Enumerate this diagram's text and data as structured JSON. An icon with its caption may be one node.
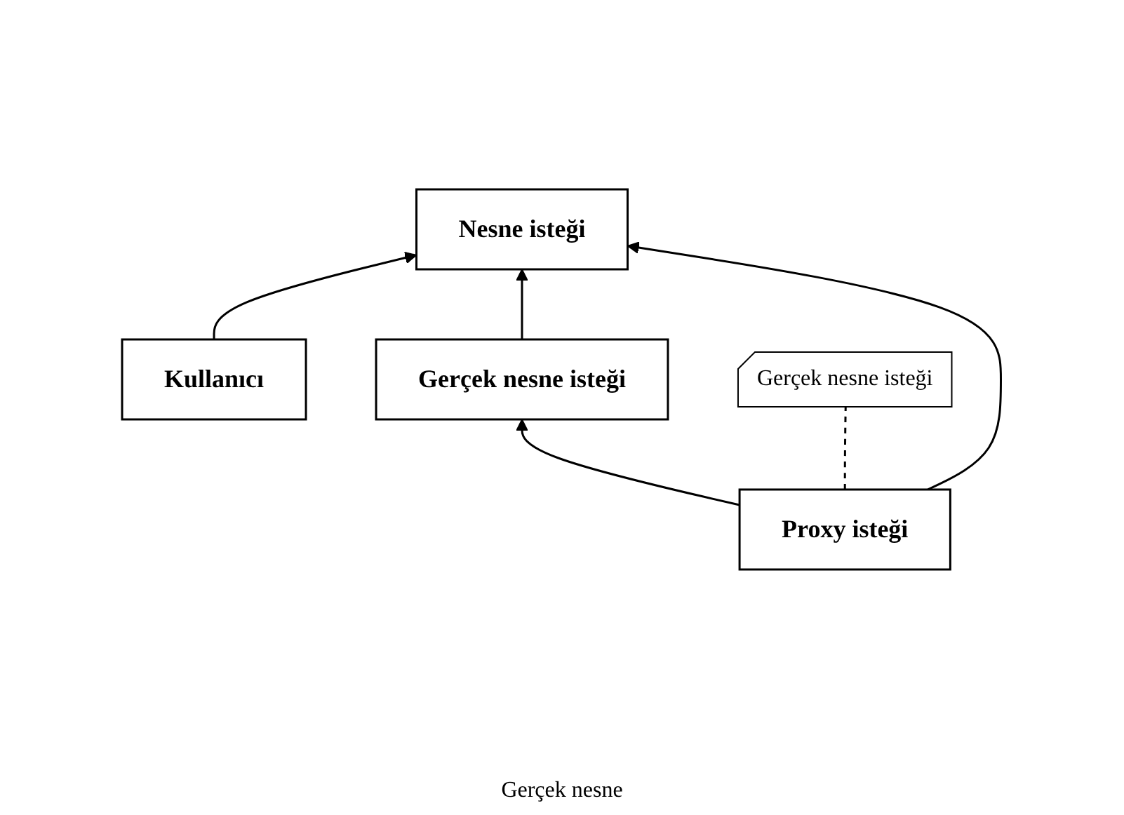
{
  "diagram": {
    "nodes": [
      {
        "text": [
          "Kullanıcı"
        ]
      },
      {
        "text": [
          "Nesne isteği"
        ]
      },
      {
        "text": [
          "Gerçek nesne isteği"
        ]
      },
      {
        "text": [
          "Proxy isteği"
        ]
      },
      {
        "text": [
          "Gerçek nesne isteği"
        ]
      }
    ],
    "edges": [
      {
        "from": 0,
        "to": 1,
        "arrow": "to"
      },
      {
        "from": 2,
        "to": 1,
        "arrow": "to"
      },
      {
        "from": 3,
        "to": 1,
        "arrow": "to"
      },
      {
        "from": 3,
        "to": 2,
        "arrow": "to"
      },
      {
        "from": 3,
        "to": 4,
        "arrow": "none",
        "style": "dashed"
      }
    ],
    "labels": [
      "Gerçek nesne"
    ]
  }
}
